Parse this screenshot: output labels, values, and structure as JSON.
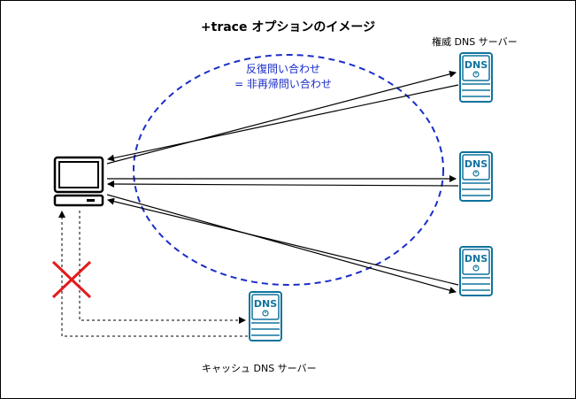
{
  "title": "+trace オプションのイメージ",
  "authoritative_label": "権威 DNS サーバー",
  "cache_label": "キャッシュ DNS サーバー",
  "iterative_label_line1": "反復問い合わせ",
  "iterative_label_line2": "= 非再帰問い合わせ",
  "server_badge": "DNS",
  "colors": {
    "server": "#10739e",
    "ellipse": "#1a2ec8",
    "cross": "#e31a1c",
    "line": "#000000"
  }
}
